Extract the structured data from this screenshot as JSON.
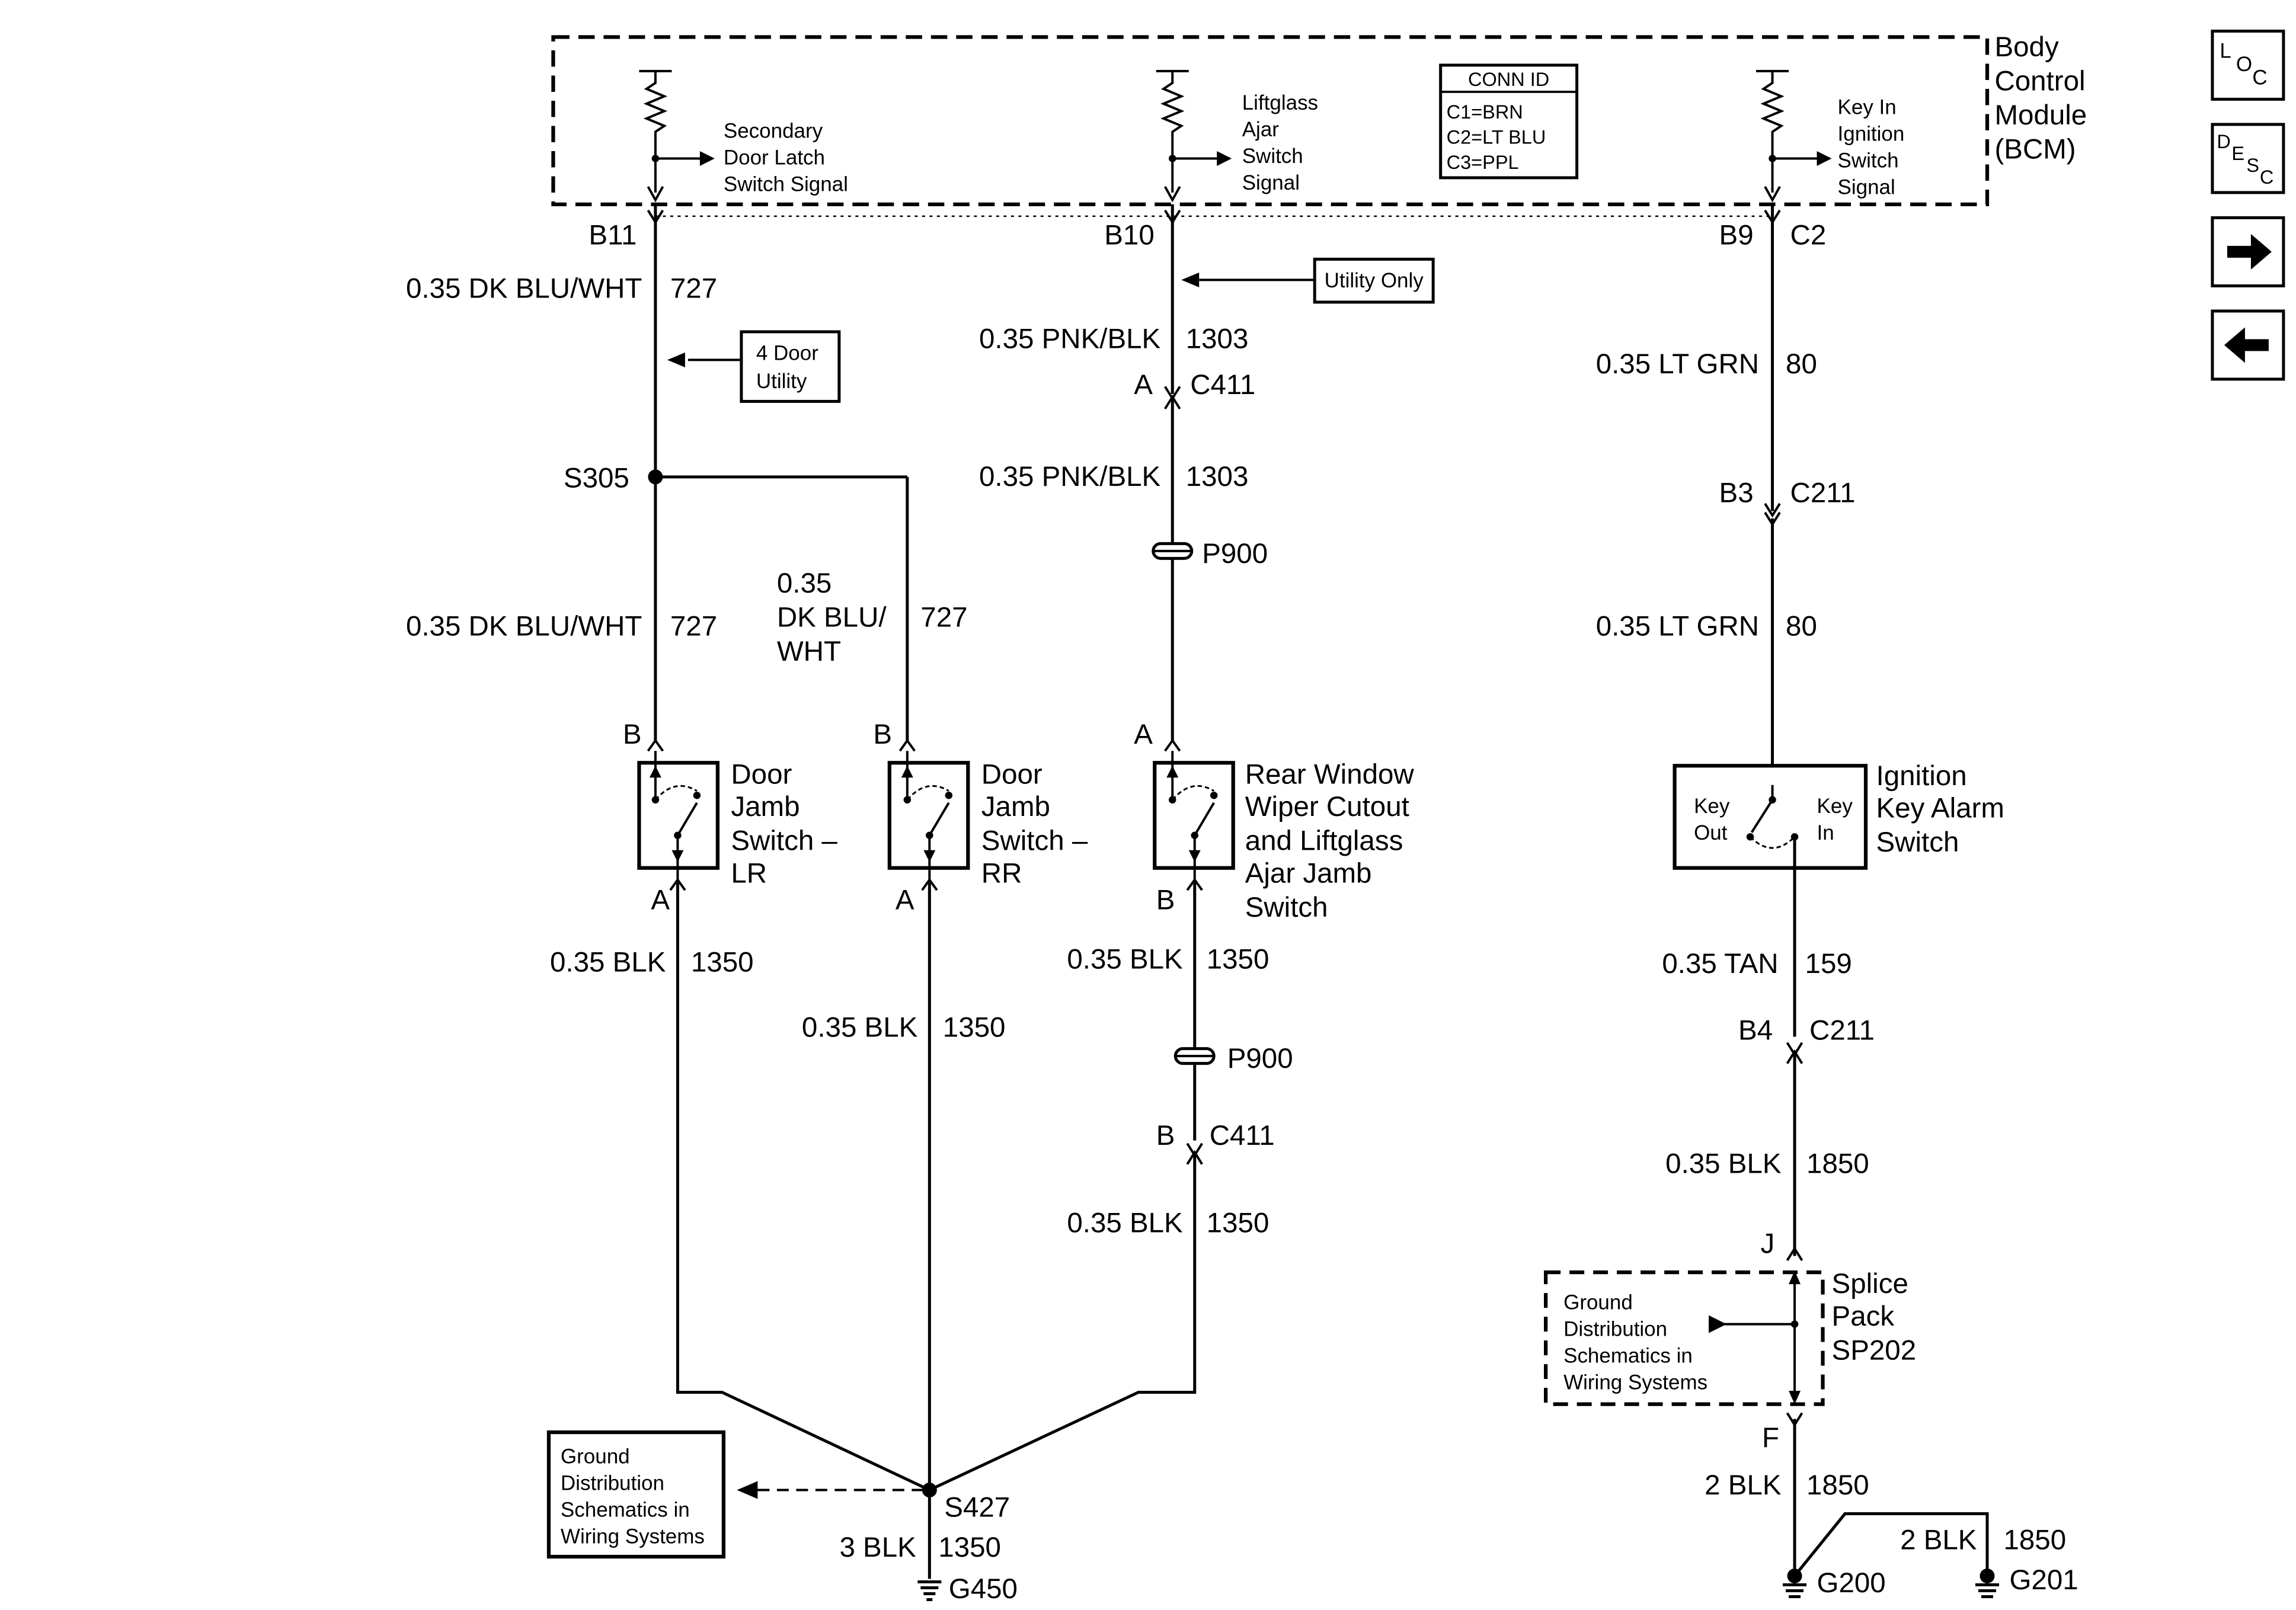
{
  "bcm": {
    "title_lines": [
      "Body",
      "Control",
      "Module",
      "(BCM)"
    ],
    "signals": {
      "secondary": [
        "Secondary",
        "Door Latch",
        "Switch Signal"
      ],
      "liftglass": [
        "Liftglass",
        "Ajar",
        "Switch",
        "Signal"
      ],
      "keyin": [
        "Key In",
        "Ignition",
        "Switch",
        "Signal"
      ]
    },
    "conn_id": {
      "header": "CONN ID",
      "rows": [
        "C1=BRN",
        "C2=LT BLU",
        "C3=PPL"
      ]
    }
  },
  "nav": {
    "loc": [
      "L",
      "O",
      "C"
    ],
    "desc": [
      "D",
      "E",
      "S",
      "C"
    ],
    "forward_icon": "arrow-right-icon",
    "back_icon": "arrow-left-icon"
  },
  "pins": {
    "b11": "B11",
    "b10": "B10",
    "b9": "B9",
    "c2": "C2",
    "a_c411": "A",
    "c411": "C411",
    "b3": "B3",
    "c211_top": "C211",
    "b_lr": "B",
    "b_rr": "B",
    "a_rw": "A",
    "a_lr": "A",
    "a_rr": "A",
    "b_rw": "B",
    "b4": "B4",
    "c211_bot": "C211",
    "b_c411": "B",
    "c411_bot": "C411",
    "j": "J",
    "f": "F"
  },
  "wires": {
    "w1": {
      "gauge": "0.35 DK BLU/WHT",
      "circuit": "727"
    },
    "w2": {
      "gauge": "0.35 PNK/BLK",
      "circuit": "1303"
    },
    "w3": {
      "gauge": "0.35 LT GRN",
      "circuit": "80"
    },
    "w4": {
      "gauge": "0.35 PNK/BLK",
      "circuit": "1303"
    },
    "w5": {
      "gauge": "0.35 DK BLU/WHT",
      "circuit": "727"
    },
    "w6": {
      "gauge_lines": [
        "0.35",
        "DK BLU/",
        "WHT"
      ],
      "circuit": "727"
    },
    "w7": {
      "gauge": "0.35 LT GRN",
      "circuit": "80"
    },
    "w8": {
      "gauge": "0.35 BLK",
      "circuit": "1350"
    },
    "w9": {
      "gauge": "0.35 BLK",
      "circuit": "1350"
    },
    "w10": {
      "gauge": "0.35 BLK",
      "circuit": "1350"
    },
    "w11": {
      "gauge": "0.35 TAN",
      "circuit": "159"
    },
    "w12": {
      "gauge": "0.35 BLK",
      "circuit": "1850"
    },
    "w13": {
      "gauge": "0.35 BLK",
      "circuit": "1350"
    },
    "w14": {
      "gauge": "3 BLK",
      "circuit": "1350"
    },
    "w15": {
      "gauge": "2 BLK",
      "circuit": "1850"
    },
    "w16": {
      "gauge": "2 BLK",
      "circuit": "1850"
    }
  },
  "callouts": {
    "utility_only": "Utility Only",
    "four_door": [
      "4 Door",
      "Utility"
    ]
  },
  "splices": {
    "s305": "S305",
    "s427": "S427",
    "p900_top": "P900",
    "p900_bot": "P900"
  },
  "components": {
    "lr": [
      "Door",
      "Jamb",
      "Switch –",
      "LR"
    ],
    "rr": [
      "Door",
      "Jamb",
      "Switch –",
      "RR"
    ],
    "rw": [
      "Rear Window",
      "Wiper Cutout",
      "and Liftglass",
      "Ajar Jamb",
      "Switch"
    ],
    "ign": [
      "Ignition",
      "Key Alarm",
      "Switch"
    ],
    "ign_out": [
      "Key",
      "Out"
    ],
    "ign_in": [
      "Key",
      "In"
    ]
  },
  "splice_pack": {
    "title": [
      "Splice",
      "Pack",
      "SP202"
    ],
    "ref": [
      "Ground",
      "Distribution",
      "Schematics in",
      "Wiring Systems"
    ]
  },
  "ground_ref": [
    "Ground",
    "Distribution",
    "Schematics in",
    "Wiring Systems"
  ],
  "grounds": {
    "g450": "G450",
    "g200": "G200",
    "g201": "G201"
  }
}
